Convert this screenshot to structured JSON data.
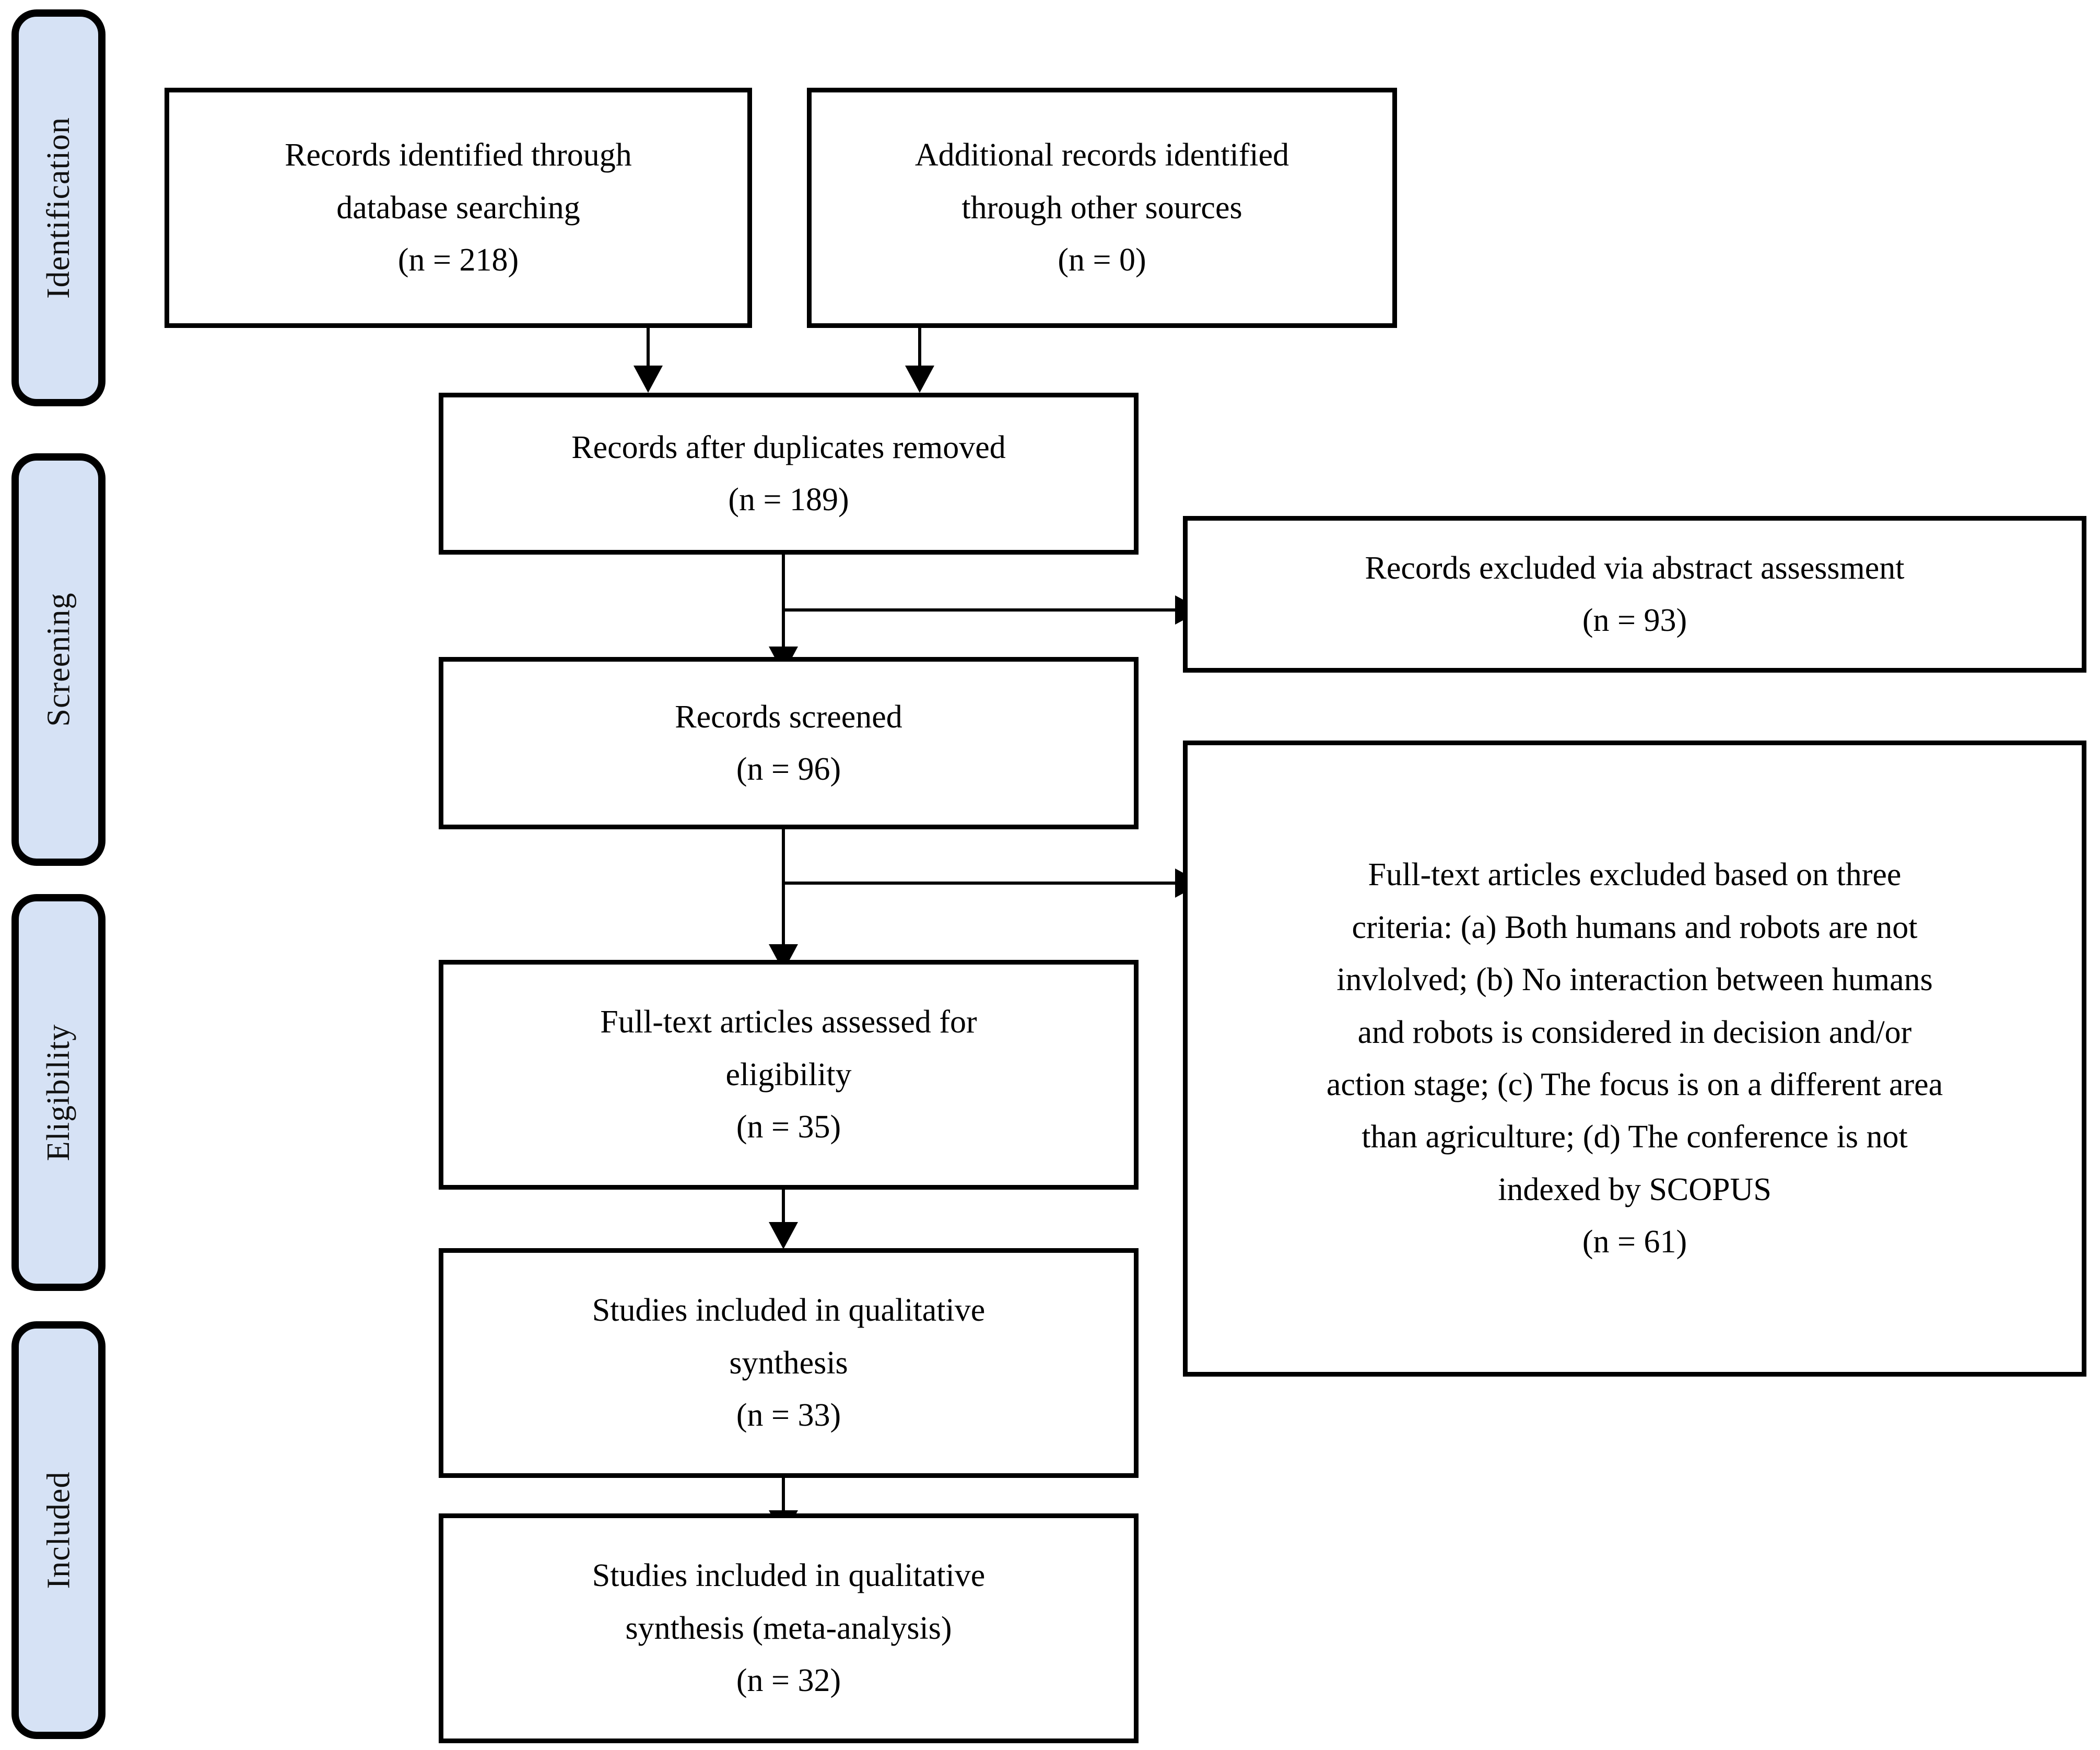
{
  "diagram": {
    "type": "prisma-flow-diagram",
    "accent_color": "#d6e2f5",
    "border_color": "#000000",
    "background_color": "#ffffff"
  },
  "stages": [
    {
      "label": "Identification"
    },
    {
      "label": "Screening"
    },
    {
      "label": "Eligibility"
    },
    {
      "label": "Included"
    }
  ],
  "boxes": {
    "db_search": {
      "line1": "Records identified through",
      "line2": "database searching",
      "count": "(n = 218)"
    },
    "other_sources": {
      "line1": "Additional records identified",
      "line2": "through other sources",
      "count": "(n = 0)"
    },
    "duplicates_removed": {
      "line1": "Records after duplicates removed",
      "count": "(n = 189)"
    },
    "records_screened": {
      "line1": "Records screened",
      "count": "(n = 96)"
    },
    "records_excluded": {
      "line1": "Records excluded via abstract assessment",
      "count": "(n = 93)"
    },
    "fulltext_assessed": {
      "line1": "Full-text articles assessed for",
      "line2": "eligibility",
      "count": "(n = 35)"
    },
    "fulltext_excluded": {
      "line1": "Full-text articles excluded based on three",
      "line2": "criteria: (a) Both humans and robots are not",
      "line3": "invlolved; (b) No interaction between humans",
      "line4": "and robots is considered in decision and/or",
      "line5": "action stage; (c) The focus is on a different area",
      "line6": "than agriculture; (d) The conference is not",
      "line7": "indexed by SCOPUS",
      "count": "(n = 61)"
    },
    "qualitative_synthesis": {
      "line1": "Studies included in qualitative",
      "line2": "synthesis",
      "count": "(n = 33)"
    },
    "meta_analysis": {
      "line1": "Studies included in qualitative",
      "line2": "synthesis (meta-analysis)",
      "count": "(n = 32)"
    }
  }
}
